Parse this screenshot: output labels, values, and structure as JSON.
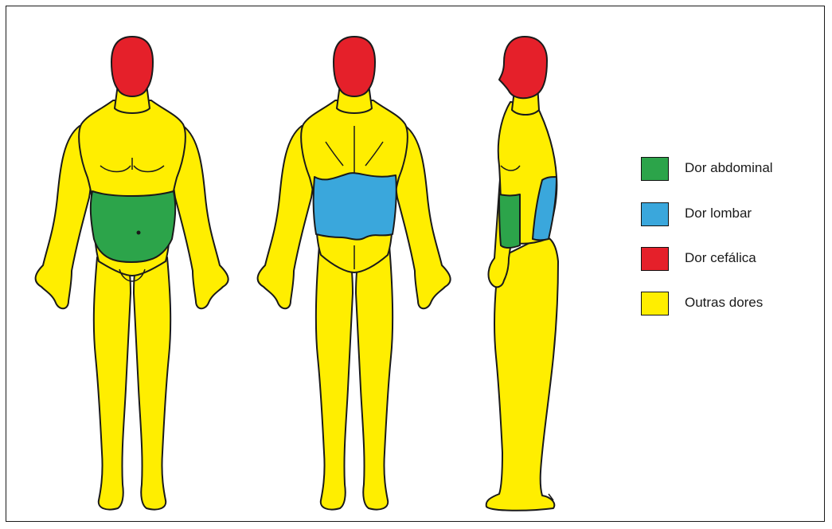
{
  "colors": {
    "abdominal": "#2ca44a",
    "lombar": "#3aa7dc",
    "cefalica": "#e5202a",
    "outras": "#ffee00",
    "outline": "#1a1a1a"
  },
  "figures": [
    {
      "view": "front",
      "icon": "human-body-front"
    },
    {
      "view": "back",
      "icon": "human-body-back"
    },
    {
      "view": "side",
      "icon": "human-body-side"
    }
  ],
  "legend": [
    {
      "label": "Dor abdominal",
      "color": "#2ca44a"
    },
    {
      "label": "Dor lombar",
      "color": "#3aa7dc"
    },
    {
      "label": "Dor cefálica",
      "color": "#e5202a"
    },
    {
      "label": "Outras dores",
      "color": "#ffee00"
    }
  ]
}
